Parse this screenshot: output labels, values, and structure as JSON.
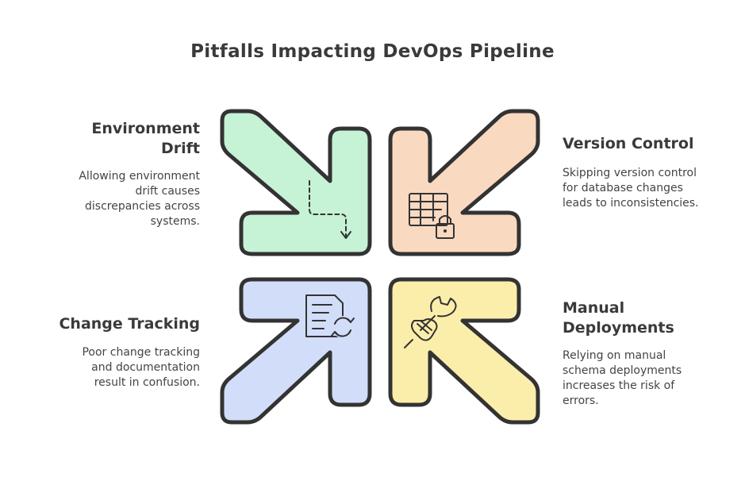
{
  "title": "Pitfalls Impacting DevOps Pipeline",
  "items": [
    {
      "heading_line1": "Environment",
      "heading_line2": "Drift",
      "description": [
        "Allowing environment",
        "drift causes",
        "discrepancies across",
        "systems."
      ],
      "color": "#c6f2d6",
      "icon": "dashed-path-arrow-icon"
    },
    {
      "heading_line1": "Version Control",
      "heading_line2": "",
      "description": [
        "Skipping version control",
        "for database changes",
        "leads to inconsistencies."
      ],
      "color": "#fad9c1",
      "icon": "table-lock-icon"
    },
    {
      "heading_line1": "Change Tracking",
      "heading_line2": "",
      "description": [
        "Poor change tracking",
        "and documentation",
        "result in confusion."
      ],
      "color": "#d2def9",
      "icon": "document-refresh-icon"
    },
    {
      "heading_line1": "Manual",
      "heading_line2": "Deployments",
      "description": [
        "Relying on manual",
        "schema deployments",
        "increases the risk of",
        "errors."
      ],
      "color": "#fbeeab",
      "icon": "hand-wrench-icon"
    }
  ]
}
